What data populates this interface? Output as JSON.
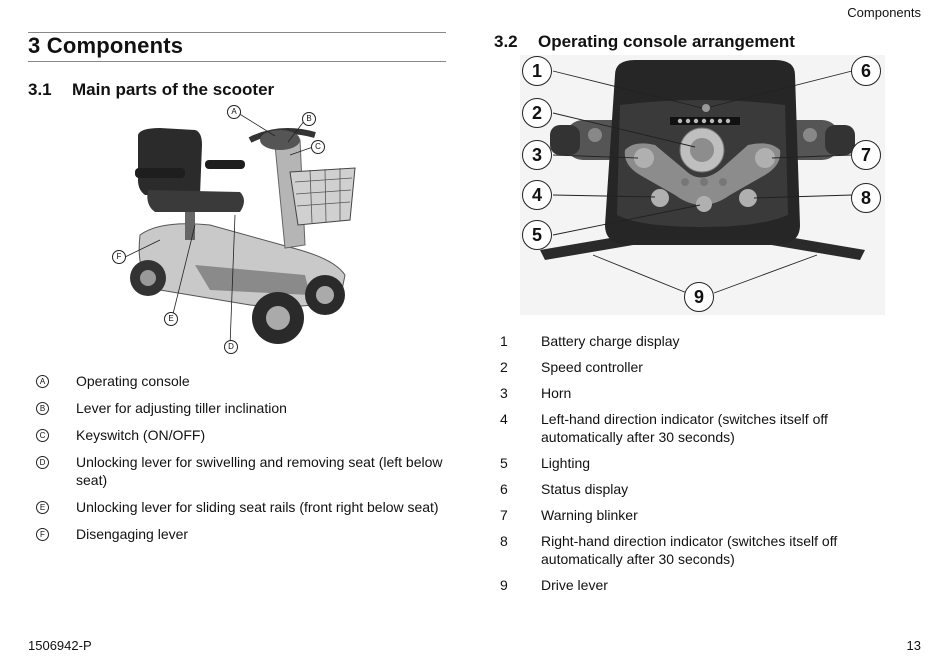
{
  "header": {
    "section": "Components"
  },
  "left": {
    "title": "3 Components",
    "subsection": {
      "num": "3.1",
      "title": "Main parts of the scooter"
    },
    "figure_callouts": [
      "A",
      "B",
      "C",
      "D",
      "E",
      "F"
    ],
    "legend": [
      {
        "key": "A",
        "text": "Operating console"
      },
      {
        "key": "B",
        "text": "Lever for adjusting tiller inclination"
      },
      {
        "key": "C",
        "text": "Keyswitch (ON/OFF)"
      },
      {
        "key": "D",
        "text": "Unlocking lever for swivelling and removing seat (left below seat)"
      },
      {
        "key": "E",
        "text": "Unlocking lever for sliding seat rails (front right below seat)"
      },
      {
        "key": "F",
        "text": "Disengaging lever"
      }
    ]
  },
  "right": {
    "subsection": {
      "num": "3.2",
      "title": "Operating console arrangement"
    },
    "figure_callouts": [
      "1",
      "2",
      "3",
      "4",
      "5",
      "6",
      "7",
      "8",
      "9"
    ],
    "legend": [
      {
        "key": "1",
        "text": "Battery charge display"
      },
      {
        "key": "2",
        "text": "Speed controller"
      },
      {
        "key": "3",
        "text": "Horn"
      },
      {
        "key": "4",
        "text": "Left-hand direction indicator (switches itself off automatically after 30 seconds)"
      },
      {
        "key": "5",
        "text": "Lighting"
      },
      {
        "key": "6",
        "text": "Status display"
      },
      {
        "key": "7",
        "text": "Warning blinker"
      },
      {
        "key": "8",
        "text": "Right-hand direction indicator (switches itself off automatically after 30 seconds)"
      },
      {
        "key": "9",
        "text": "Drive lever"
      }
    ]
  },
  "footer": {
    "doc_id": "1506942-P",
    "page": "13"
  }
}
